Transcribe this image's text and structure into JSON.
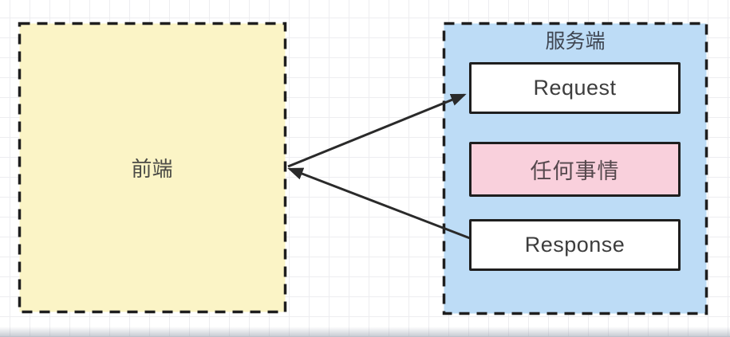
{
  "diagram": {
    "frontend": {
      "label": "前端"
    },
    "server": {
      "title": "服务端",
      "boxes": [
        {
          "label": "Request",
          "kind": "message"
        },
        {
          "label": "任何事情",
          "kind": "task"
        },
        {
          "label": "Response",
          "kind": "message"
        }
      ]
    },
    "edges": [
      {
        "from": "前端",
        "to": "Request",
        "arrowhead_at": "Request"
      },
      {
        "from": "Response",
        "to": "前端",
        "arrowhead_at": "前端"
      }
    ]
  },
  "colors": {
    "frontend_fill": "#fbf4c6",
    "server_fill": "#bddcf6",
    "task_fill": "#f9d0dc",
    "message_fill": "#ffffff",
    "border": "#1e1e1e",
    "arrow": "#2a2a2a",
    "frontend_text": "#4a4a45",
    "server_title_text": "#3f4652",
    "message_text": "#3d3d3d",
    "task_text": "#55484d",
    "grid_line": "#ededf0",
    "canvas_bg": "#ffffff"
  }
}
